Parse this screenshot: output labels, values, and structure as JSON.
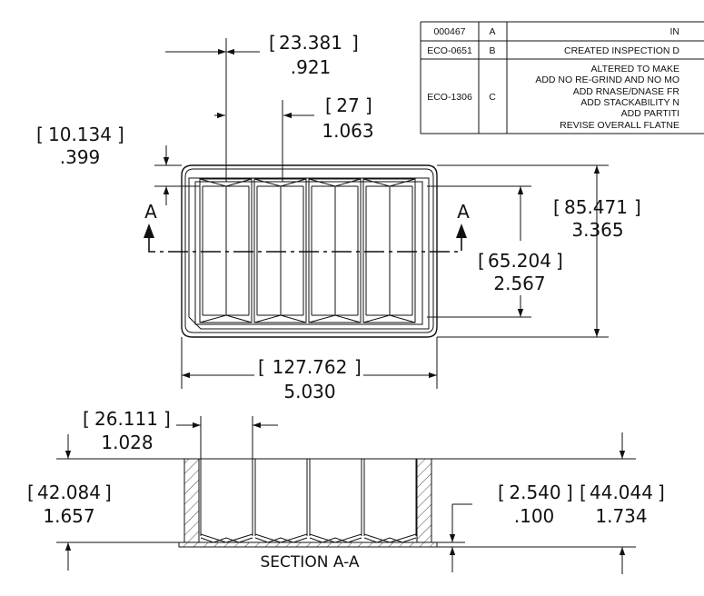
{
  "revision_table": {
    "rows": [
      {
        "eco": "000467",
        "rev": "A",
        "lines": [
          "IN"
        ]
      },
      {
        "eco": "ECO-0651",
        "rev": "B",
        "lines": [
          "CREATED INSPECTION D"
        ]
      },
      {
        "eco": "ECO-1306",
        "rev": "C",
        "lines": [
          "ALTERED TO MAKE",
          "ADD NO RE-GRIND AND NO MO",
          "ADD RNASE/DNASE FR",
          "ADD STACKABILITY N",
          "ADD PARTITI",
          "REVISE OVERALL FLATNE"
        ]
      }
    ]
  },
  "top_view": {
    "well_width": {
      "mm": "23.381",
      "in": ".921"
    },
    "partial_well": {
      "mm": "27",
      "in": "1.063"
    },
    "top_offset": {
      "mm": "10.134",
      "in": ".399"
    },
    "overall_depth": {
      "mm": "85.471",
      "in": "3.365"
    },
    "inner_depth": {
      "mm": "65.204",
      "in": "2.567"
    },
    "overall_length": {
      "mm": "127.762",
      "in": "5.030"
    },
    "section_marker": "A"
  },
  "section_view": {
    "label": "SECTION A-A",
    "well_pitch": {
      "mm": "26.111",
      "in": "1.028"
    },
    "inner_height": {
      "mm": "42.084",
      "in": "1.657"
    },
    "flange": {
      "mm": "2.540",
      "in": ".100"
    },
    "overall_height": {
      "mm": "44.044",
      "in": "1.734"
    }
  }
}
